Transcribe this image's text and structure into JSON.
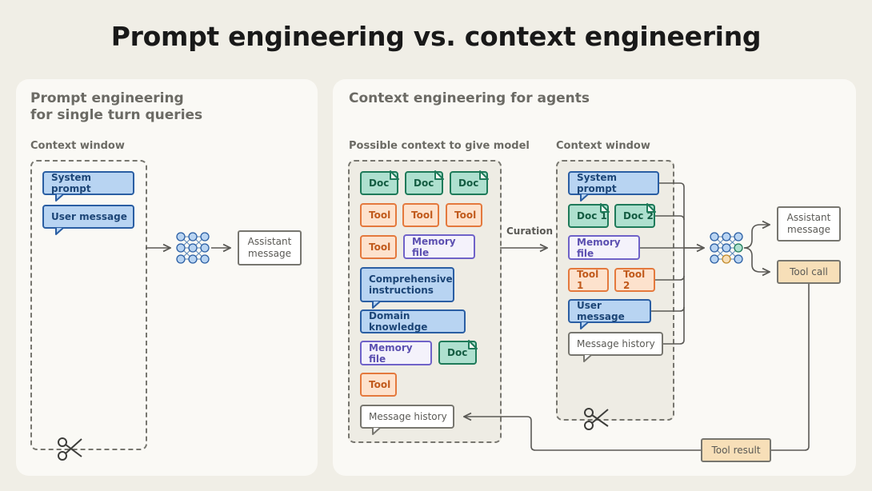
{
  "title": "Prompt engineering vs. context engineering",
  "left_panel": {
    "title_line1": "Prompt engineering",
    "title_line2": "for single turn queries",
    "context_window_label": "Context window",
    "items": [
      "System prompt",
      "User message"
    ],
    "output": "Assistant message"
  },
  "right_panel": {
    "title": "Context engineering for agents",
    "possible_label": "Possible context to give model",
    "possible_items": {
      "doc": "Doc",
      "tool": "Tool",
      "memory_file": "Memory file",
      "comprehensive": "Comprehensive instructions",
      "domain": "Domain knowledge",
      "message_history": "Message history"
    },
    "curation_label": "Curation",
    "context_window_label": "Context window",
    "window_items": {
      "system_prompt": "System prompt",
      "doc1": "Doc 1",
      "doc2": "Doc 2",
      "memory_file": "Memory file",
      "tool1": "Tool 1",
      "tool2": "Tool 2",
      "user_message": "User message",
      "message_history": "Message history"
    },
    "outputs": {
      "assistant_message": "Assistant message",
      "tool_call": "Tool call",
      "tool_result": "Tool result"
    }
  },
  "colors": {
    "background": "#f0eee6",
    "panel": "#faf9f5",
    "blue": "#b8d4f2",
    "green": "#aee0cf",
    "orange": "#fde2cd",
    "purple": "#6f62c8",
    "tan": "#f7dfb8"
  }
}
